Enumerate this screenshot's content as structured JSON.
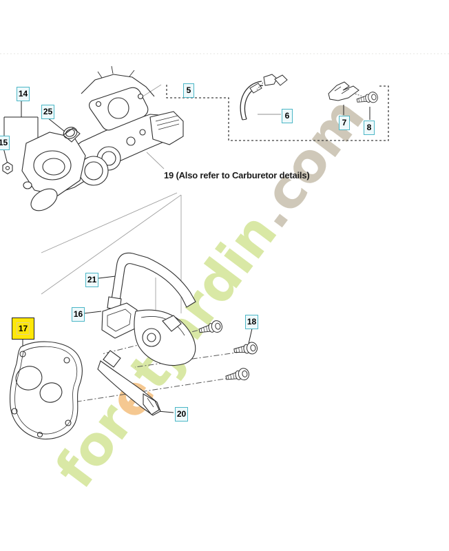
{
  "diagram": {
    "note": "19 (Also refer to Carburetor details)",
    "labels": [
      {
        "id": "14",
        "selected": false
      },
      {
        "id": "25",
        "selected": false
      },
      {
        "id": "15",
        "selected": false
      },
      {
        "id": "5",
        "selected": false
      },
      {
        "id": "6",
        "selected": false
      },
      {
        "id": "7",
        "selected": false
      },
      {
        "id": "8",
        "selected": false
      },
      {
        "id": "21",
        "selected": false
      },
      {
        "id": "16",
        "selected": false
      },
      {
        "id": "17",
        "selected": true
      },
      {
        "id": "18",
        "selected": false
      },
      {
        "id": "20",
        "selected": false
      }
    ],
    "colors": {
      "label_border": "#4ab6c6",
      "label_fill": "#eef9fb",
      "selected_label_fill": "#ffe70a",
      "line_art": "#2e2e2e",
      "watermark_green": "#d6e79e",
      "watermark_orange": "#f5c488",
      "watermark_beige": "#cbc4b4"
    }
  },
  "watermark": {
    "parts": [
      {
        "text": "for"
      },
      {
        "text": "e"
      },
      {
        "text": "tjardin"
      },
      {
        "text": ".com"
      }
    ]
  }
}
